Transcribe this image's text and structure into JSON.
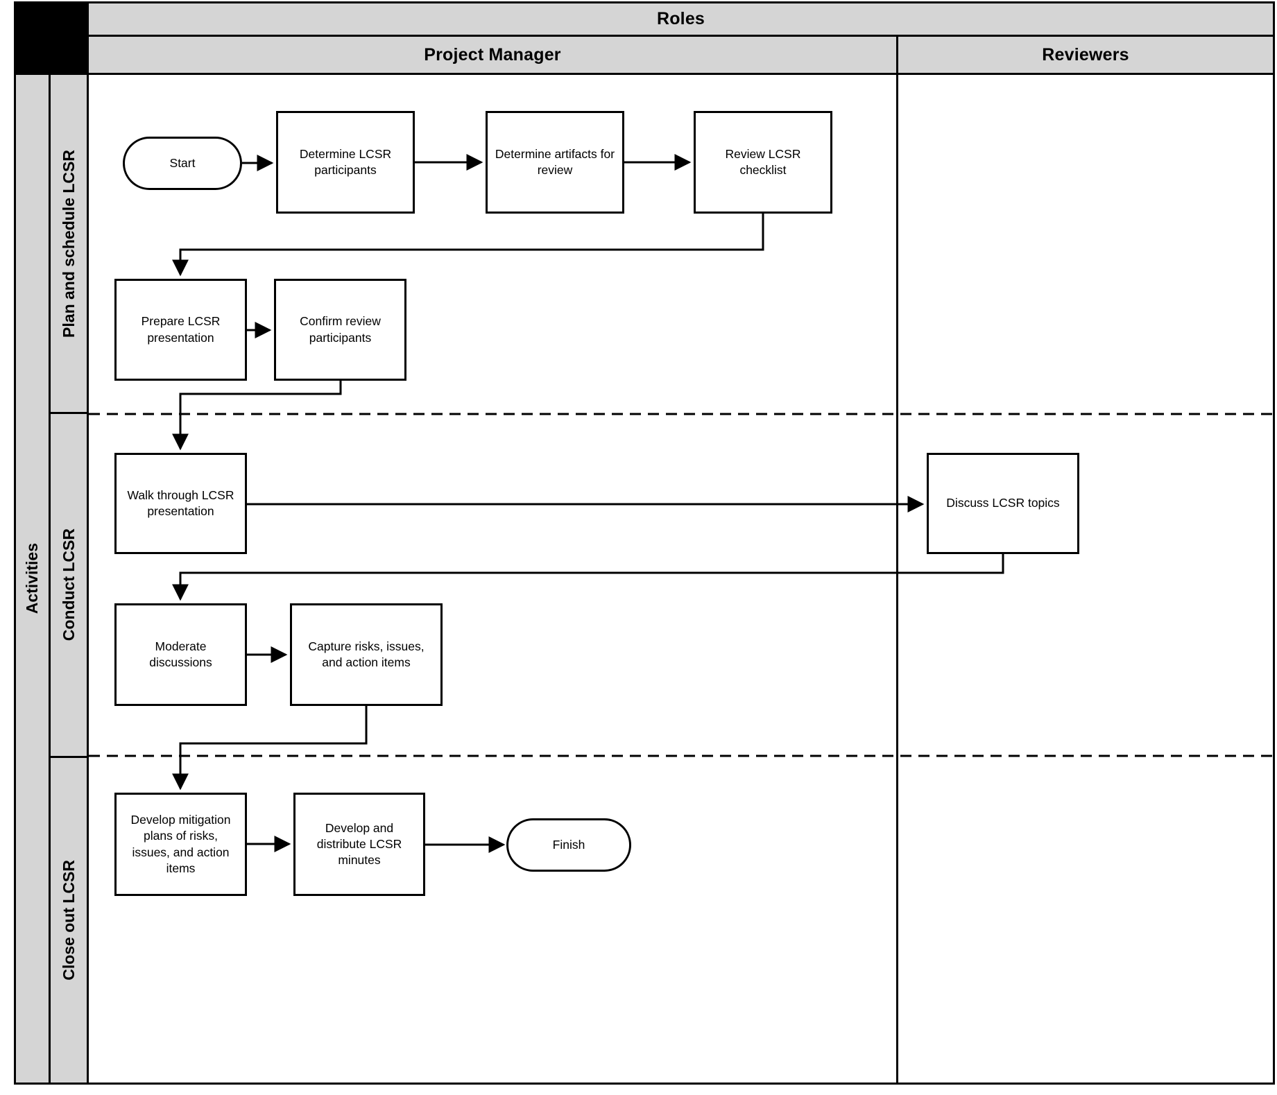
{
  "header": {
    "roles_label": "Roles",
    "columns": [
      {
        "label": "Project Manager"
      },
      {
        "label": "Reviewers"
      }
    ]
  },
  "sidebar": {
    "activities_label": "Activities",
    "lanes": [
      {
        "label": "Plan and schedule LCSR"
      },
      {
        "label": "Conduct LCSR"
      },
      {
        "label": "Close out LCSR"
      }
    ]
  },
  "flowchart": {
    "nodes": [
      {
        "id": "start",
        "type": "terminator",
        "lane": "Plan and schedule LCSR",
        "column": "Project Manager",
        "label": "Start"
      },
      {
        "id": "determine-participants",
        "type": "process",
        "lane": "Plan and schedule LCSR",
        "column": "Project Manager",
        "label": "Determine LCSR participants"
      },
      {
        "id": "determine-artifacts",
        "type": "process",
        "lane": "Plan and schedule LCSR",
        "column": "Project Manager",
        "label": "Determine artifacts for review"
      },
      {
        "id": "review-checklist",
        "type": "process",
        "lane": "Plan and schedule LCSR",
        "column": "Project Manager",
        "label": "Review LCSR checklist"
      },
      {
        "id": "prepare-presentation",
        "type": "process",
        "lane": "Plan and schedule LCSR",
        "column": "Project Manager",
        "label": "Prepare LCSR presentation"
      },
      {
        "id": "confirm-participants",
        "type": "process",
        "lane": "Plan and schedule LCSR",
        "column": "Project Manager",
        "label": "Confirm review participants"
      },
      {
        "id": "walk-through",
        "type": "process",
        "lane": "Conduct LCSR",
        "column": "Project Manager",
        "label": "Walk through LCSR presentation"
      },
      {
        "id": "discuss-topics",
        "type": "process",
        "lane": "Conduct LCSR",
        "column": "Reviewers",
        "label": "Discuss LCSR topics"
      },
      {
        "id": "moderate-discussions",
        "type": "process",
        "lane": "Conduct LCSR",
        "column": "Project Manager",
        "label": "Moderate discussions"
      },
      {
        "id": "capture-risks",
        "type": "process",
        "lane": "Conduct LCSR",
        "column": "Project Manager",
        "label": "Capture risks, issues, and action items"
      },
      {
        "id": "develop-mitigation",
        "type": "process",
        "lane": "Close out LCSR",
        "column": "Project Manager",
        "label": "Develop mitigation plans of risks, issues, and action items"
      },
      {
        "id": "develop-minutes",
        "type": "process",
        "lane": "Close out LCSR",
        "column": "Project Manager",
        "label": "Develop and distribute LCSR minutes"
      },
      {
        "id": "finish",
        "type": "terminator",
        "lane": "Close out LCSR",
        "column": "Project Manager",
        "label": "Finish"
      }
    ],
    "edges": [
      {
        "from": "start",
        "to": "determine-participants"
      },
      {
        "from": "determine-participants",
        "to": "determine-artifacts"
      },
      {
        "from": "determine-artifacts",
        "to": "review-checklist"
      },
      {
        "from": "review-checklist",
        "to": "prepare-presentation"
      },
      {
        "from": "prepare-presentation",
        "to": "confirm-participants"
      },
      {
        "from": "confirm-participants",
        "to": "walk-through"
      },
      {
        "from": "walk-through",
        "to": "discuss-topics"
      },
      {
        "from": "discuss-topics",
        "to": "moderate-discussions"
      },
      {
        "from": "moderate-discussions",
        "to": "capture-risks"
      },
      {
        "from": "capture-risks",
        "to": "develop-mitigation"
      },
      {
        "from": "develop-mitigation",
        "to": "develop-minutes"
      },
      {
        "from": "develop-minutes",
        "to": "finish"
      }
    ]
  },
  "colors": {
    "header_fill": "#d5d5d5",
    "corner_fill": "#000000",
    "border": "#000000",
    "background": "#ffffff",
    "node_fill": "#ffffff"
  }
}
